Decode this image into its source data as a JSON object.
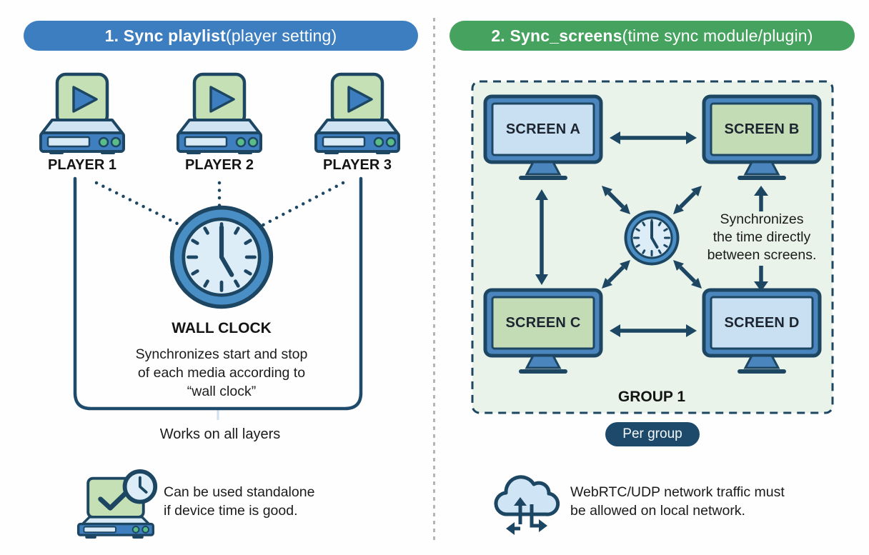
{
  "left": {
    "header_bold": "1. Sync playlist",
    "header_rest": " (player setting)",
    "players": [
      "PLAYER 1",
      "PLAYER 2",
      "PLAYER 3"
    ],
    "clock_label": "WALL CLOCK",
    "description": "Synchronizes start and stop\nof each media according to\n“wall clock”",
    "bracket_caption": "Works on all layers",
    "footnote": "Can be used standalone\nif device time is good."
  },
  "right": {
    "header_bold": "2. Sync_screens",
    "header_rest": " (time sync module/plugin)",
    "screens": [
      "SCREEN A",
      "SCREEN B",
      "SCREEN C",
      "SCREEN D"
    ],
    "sync_note": "Synchronizes\nthe time directly\nbetween screens.",
    "group_label": "GROUP 1",
    "badge": "Per group",
    "footnote": "WebRTC/UDP network traffic must\nbe allowed on local network."
  },
  "icons": {
    "media-player-icon": "set-top media player with green play tile",
    "wall-clock-icon": "large analog clock showing 5 o'clock",
    "sync-clock-icon": "small analog clock between screens",
    "monitor-icon": "desktop monitor on stand",
    "standalone-check-icon": "player with checkmark card and clock badge",
    "cloud-network-icon": "cloud with up/left/right traffic arrows",
    "double-arrow-icon": "two-headed sync arrow",
    "dotted-link": "dotted connector from player to wall clock"
  },
  "colors": {
    "header_blue": "#3d7ec0",
    "header_green": "#46a25f",
    "navy_outline": "#1d4663",
    "screen_blue": "#c9e0f3",
    "screen_green": "#c3dcb6",
    "bezel_blue": "#4a86bd",
    "clock_ring": "#4a8ec6",
    "clock_face": "#ddedf8",
    "group_background": "#e9f3ea",
    "badge_background": "#1d4a6b",
    "play_tile_green": "#c5e0b4",
    "device_blue": "#3f7fbf",
    "button_green": "#5bbd86"
  }
}
